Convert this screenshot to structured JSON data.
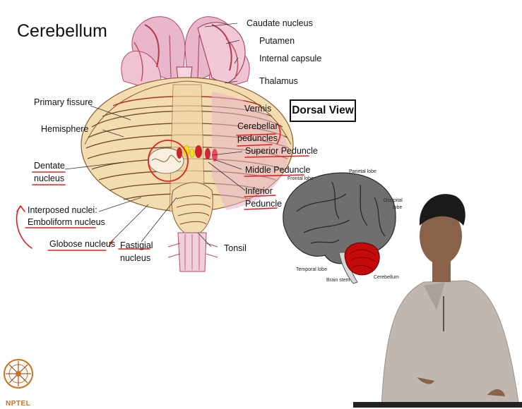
{
  "title": "Cerebellum",
  "view_box_label": "Dorsal View",
  "labels": {
    "caudate_nucleus": "Caudate nucleus",
    "putamen": "Putamen",
    "internal_capsule": "Internal capsule",
    "thalamus": "Thalamus",
    "vermis": "Vermis",
    "cerebellar_peduncles_line1": "Cerebellar",
    "cerebellar_peduncles_line2": "peduncles",
    "superior_peduncle": "Superior Peduncle",
    "middle_peduncle": "Middle Peduncle",
    "inferior_peduncle_line1": "Inferior",
    "inferior_peduncle_line2": "Peduncle",
    "primary_fissure": "Primary fissure",
    "hemisphere": "Hemisphere",
    "dentate_nucleus_line1": "Dentate",
    "dentate_nucleus_line2": "nucleus",
    "interposed_nuclei": "Interposed nuclei:",
    "emboliform_nucleus": "Emboliform nucleus",
    "globose_nucleus": "Globose nucleus",
    "fastigial_nucleus_line1": "Fastigial",
    "fastigial_nucleus_line2": "nucleus",
    "tonsil": "Tonsil"
  },
  "brain_inset": {
    "frontal_lobe": "Frontal lobe",
    "parietal_lobe": "Parietal lobe",
    "occipital_lobe_line1": "Occipital",
    "occipital_lobe_line2": "lobe",
    "temporal_lobe": "Temporal lobe",
    "brain_stem": "Brain stem",
    "cerebellum": "Cerebellum"
  },
  "logo_text": "NPTEL",
  "colors": {
    "annotation_red": "#e02020",
    "illustration_pink": "#e8b4c8",
    "illustration_tan": "#f1d9a8",
    "inset_brain_grey": "#6f6f6f",
    "inset_cerebellum_red": "#c40a0a",
    "logo_orange": "#d0701a",
    "shirt": "#bfb7b0"
  }
}
